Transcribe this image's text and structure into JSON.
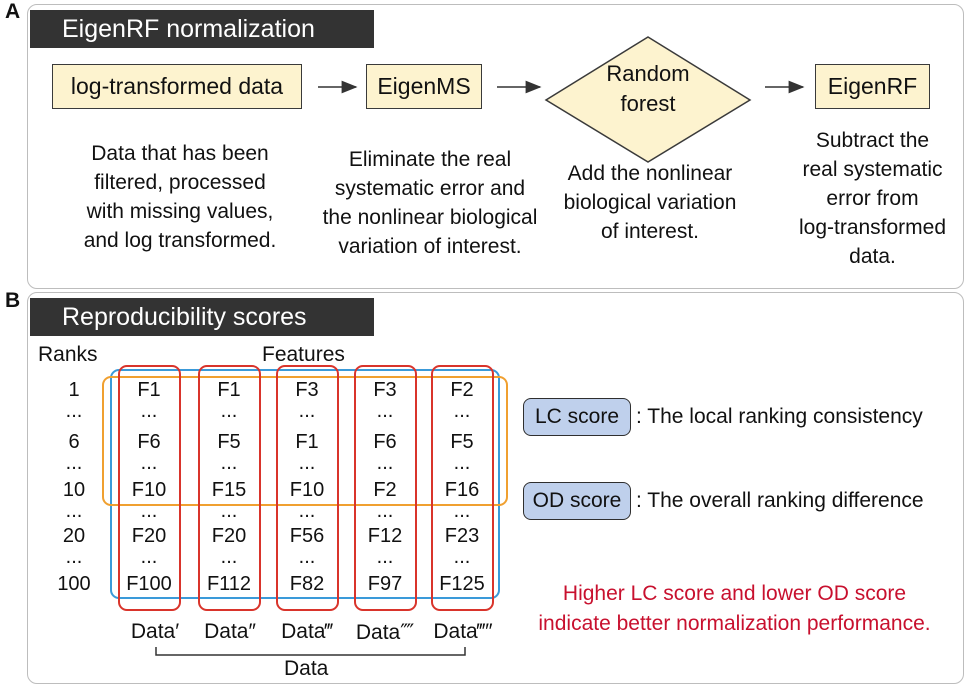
{
  "panel_a": {
    "letter": "A",
    "title": "EigenRF normalization",
    "steps": [
      {
        "label": "log-transformed data",
        "desc": [
          "Data that has been",
          "filtered, processed",
          "with missing values,",
          "and log transformed."
        ]
      },
      {
        "label": "EigenMS",
        "desc": [
          "Eliminate the real",
          "systematic error and",
          "the nonlinear biological",
          "variation of interest."
        ]
      },
      {
        "label": [
          "Random",
          "forest"
        ],
        "desc": [
          "Add the nonlinear",
          "biological variation",
          "of interest."
        ]
      },
      {
        "label": "EigenRF",
        "desc": [
          "Subtract the",
          "real systematic",
          "error from",
          "log-transformed",
          "data."
        ]
      }
    ]
  },
  "panel_b": {
    "letter": "B",
    "title": "Reproducibility scores",
    "ranks_label": "Ranks",
    "features_label": "Features",
    "ranks": [
      "1",
      "...",
      "6",
      "...",
      "10",
      "...",
      "20",
      "...",
      "100"
    ],
    "columns": [
      {
        "name": "Data′",
        "features": [
          "F1",
          "...",
          "F6",
          "...",
          "F10",
          "...",
          "F20",
          "...",
          "F100"
        ]
      },
      {
        "name": "Data″",
        "features": [
          "F1",
          "...",
          "F5",
          "...",
          "F15",
          "...",
          "F20",
          "...",
          "F112"
        ]
      },
      {
        "name": "Data‴",
        "features": [
          "F3",
          "...",
          "F1",
          "...",
          "F10",
          "...",
          "F56",
          "...",
          "F82"
        ]
      },
      {
        "name": "Data⁗",
        "features": [
          "F3",
          "...",
          "F6",
          "...",
          "F2",
          "...",
          "F12",
          "...",
          "F97"
        ]
      },
      {
        "name": "Data‴″",
        "features": [
          "F2",
          "...",
          "F5",
          "...",
          "F16",
          "...",
          "F23",
          "...",
          "F125"
        ]
      }
    ],
    "group_label": "Data",
    "scores": [
      {
        "name": "LC score",
        "desc": ": The local ranking consistency"
      },
      {
        "name": "OD score",
        "desc": ": The overall ranking difference"
      }
    ],
    "note": [
      "Higher LC score and lower OD score",
      "indicate better normalization performance."
    ]
  },
  "colors": {
    "title_bg": "#333333",
    "flow_fill": "#fdf3cf",
    "score_fill": "#bfd0ec",
    "red_box": "#d9342b",
    "orange_box": "#f0a030",
    "blue_box": "#3a9ad9",
    "note_text": "#c8102e"
  }
}
